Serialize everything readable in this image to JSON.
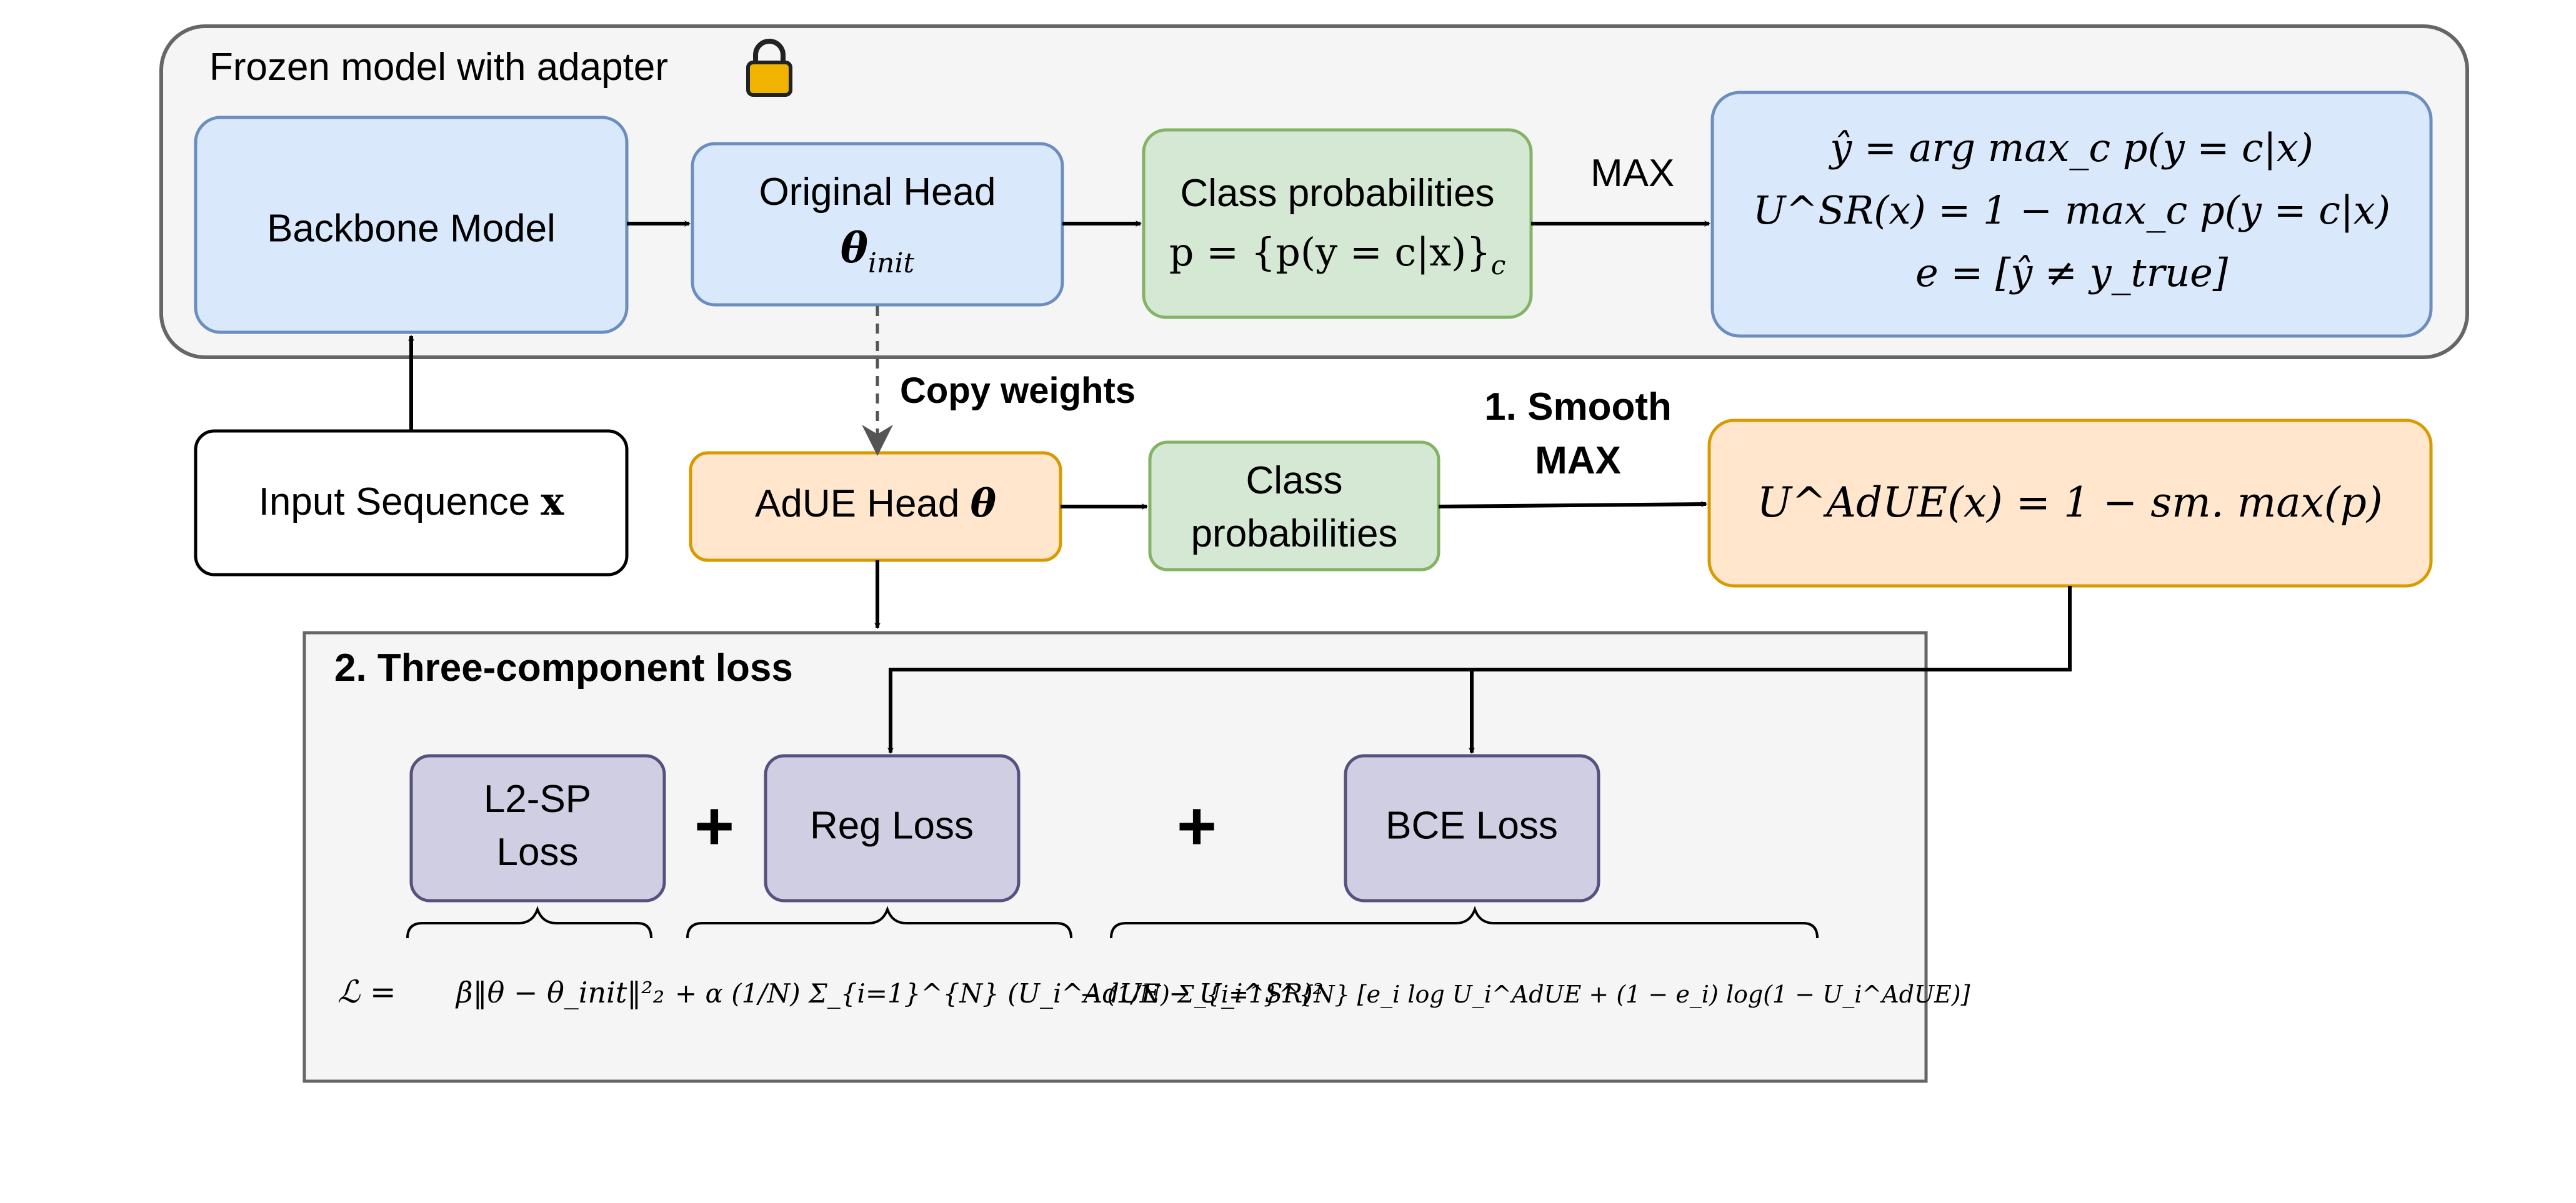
{
  "frozen_group": {
    "title": "Frozen model with adapter",
    "icon": "lock-icon"
  },
  "boxes": {
    "backbone": "Backbone Model",
    "original_head": {
      "line1": "Original Head",
      "line2": "θ",
      "line2_sub": "init"
    },
    "class_probs_top": {
      "line1": "Class probabilities",
      "line2": "p = {p(y = c|x)}",
      "line2_sub": "c"
    },
    "metrics": {
      "line1": "ŷ = arg max_c p(y = c|x)",
      "line2": "U^SR(x) = 1 − max_c p(y = c|x)",
      "line3": "e = [ŷ ≠ y_true]"
    },
    "input": {
      "text": "Input Sequence",
      "var": "x"
    },
    "adue_head": {
      "text": "AdUE Head",
      "var": "θ"
    },
    "class_probs_bottom": {
      "line1": "Class",
      "line2": "probabilities"
    },
    "adue_uncertainty": "U^AdUE(x) = 1 − sm. max(p)"
  },
  "edges": {
    "max_label": "MAX",
    "copy_weights": "Copy weights",
    "smooth_max_line1": "1. Smooth",
    "smooth_max_line2": "MAX"
  },
  "loss_group": {
    "title": "2. Three-component loss",
    "l2sp": {
      "line1": "L2-SP",
      "line2": "Loss"
    },
    "reg": "Reg Loss",
    "bce": "BCE Loss",
    "plus": "+",
    "formula": {
      "lhs": "ℒ =",
      "term1": "β‖θ − θ_init‖²₂",
      "term2": "+ α (1/N) Σ_{i=1}^{N} (U_i^AdUE − U_i^SR)²",
      "term3": "− (1/N) Σ_{i=1}^{N} [e_i log U_i^AdUE + (1 − e_i) log(1 − U_i^AdUE)]"
    }
  },
  "colors": {
    "blue_fill": "#dae8fc",
    "blue_stroke": "#6c8ebf",
    "green_fill": "#d5e8d4",
    "green_stroke": "#82b366",
    "orange_fill": "#ffe6cc",
    "orange_stroke": "#d79b00",
    "purple_fill": "#d0cee2",
    "purple_stroke": "#56517e",
    "group_fill": "#f5f5f5",
    "group_stroke": "#666666",
    "lock_body": "#f0b400"
  }
}
